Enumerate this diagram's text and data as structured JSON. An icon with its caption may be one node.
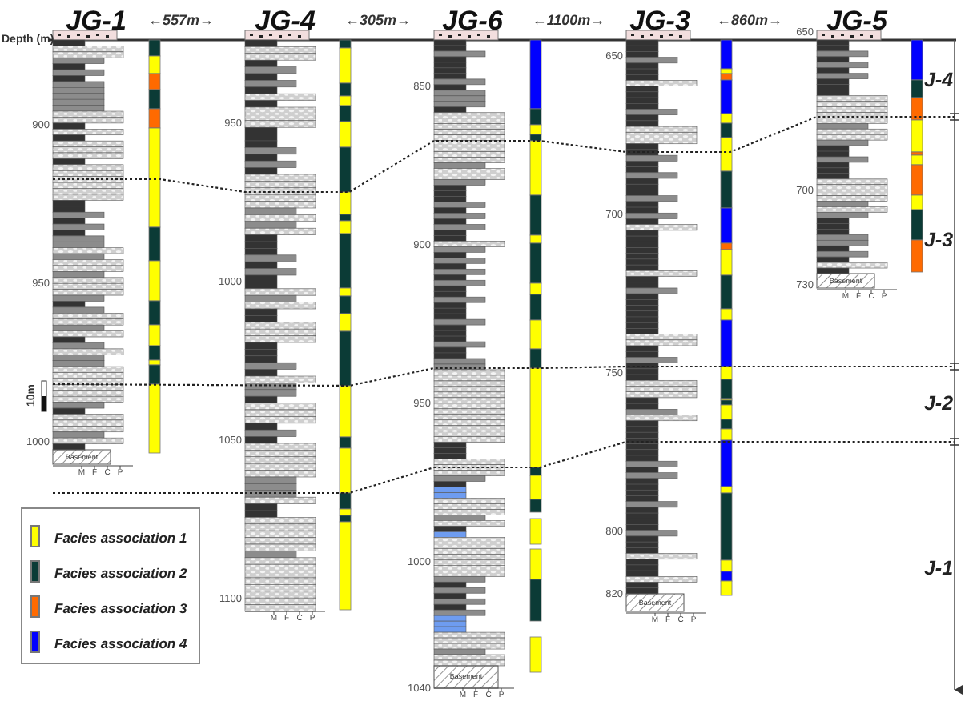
{
  "diagram": {
    "labels": [
      "Depth (m)",
      "JG-1",
      "←557m→",
      "JG-4",
      "←305m→",
      "JG-6",
      "←1100m→",
      "JG-3",
      "←860m→",
      "JG-5",
      "900",
      "950",
      "10m",
      "1000",
      "Basement",
      "M",
      "F",
      "C",
      "P",
      "950",
      "1000",
      "1050",
      "1100",
      "M",
      "F",
      "C",
      "P",
      "850",
      "900",
      "950",
      "1000",
      "Basement",
      "1040",
      "M",
      "F",
      "C",
      "P",
      "650",
      "700",
      "750",
      "800",
      "820",
      "Basement",
      "M",
      "F",
      "C",
      "P",
      "650",
      "700",
      "Basement",
      "730",
      "M",
      "F",
      "C",
      "P",
      "J-4",
      "J-3",
      "J-2",
      "J-1"
    ],
    "legend": [
      {
        "text": "Facies association 1",
        "color": "#ffff00"
      },
      {
        "text": "Facies association 2",
        "color": "#0b3b36"
      },
      {
        "text": "Facies association 3",
        "color": "#ff6a00"
      },
      {
        "text": "Facies association 4",
        "color": "#0000ff"
      }
    ]
  }
}
